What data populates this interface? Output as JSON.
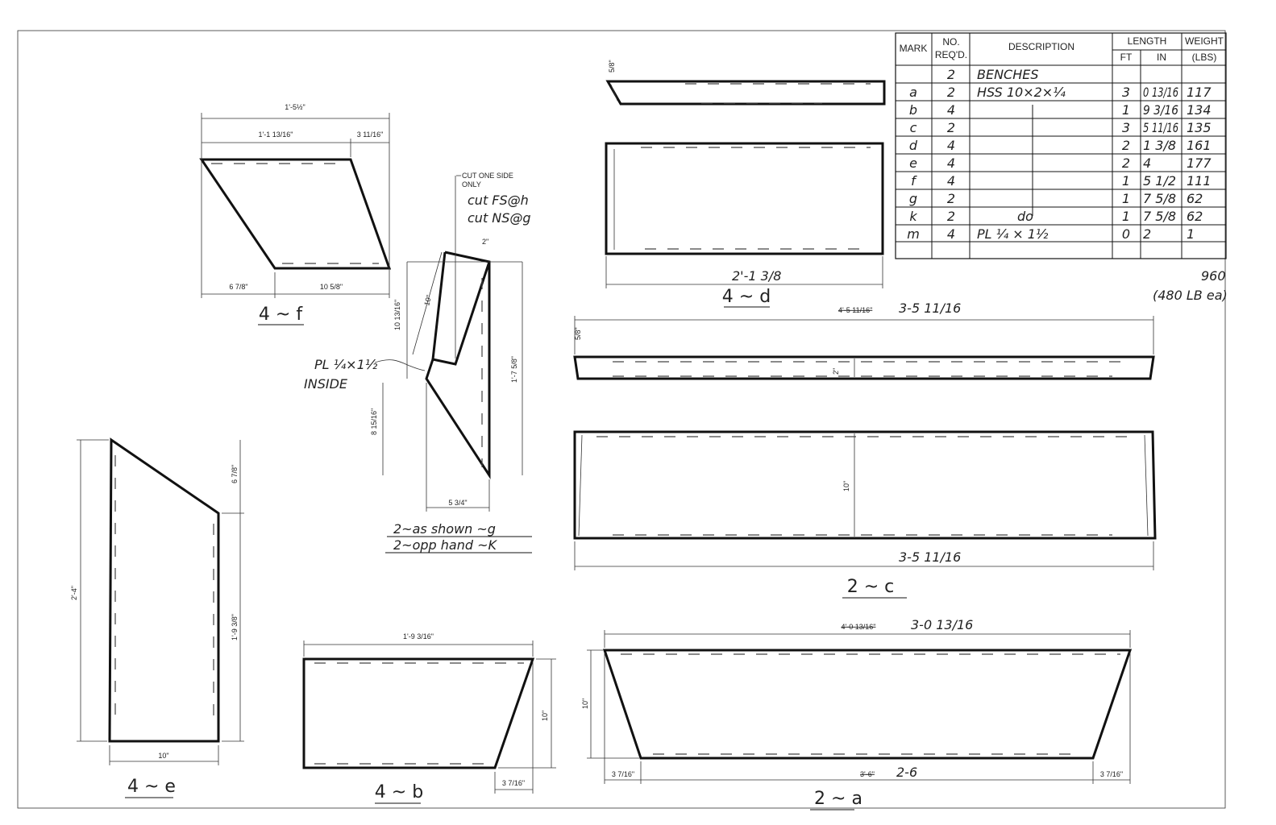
{
  "table": {
    "headers": {
      "mark": "MARK",
      "no": "NO.",
      "reqd": "REQ'D.",
      "description": "DESCRIPTION",
      "length": "LENGTH",
      "ft": "FT",
      "in": "IN",
      "weight": "WEIGHT",
      "lbs": "(LBS)"
    },
    "rows": [
      {
        "mark": "",
        "no": "2",
        "desc": "BENCHES",
        "ft": "",
        "in": "",
        "wt": ""
      },
      {
        "mark": "a",
        "no": "2",
        "desc": "HSS 10×2×¼",
        "ft": "3",
        "in": "0 13/16",
        "wt": "117"
      },
      {
        "mark": "b",
        "no": "4",
        "desc": "",
        "ft": "1",
        "in": "9 3/16",
        "wt": "134"
      },
      {
        "mark": "c",
        "no": "2",
        "desc": "",
        "ft": "3",
        "in": "5 11/16",
        "wt": "135"
      },
      {
        "mark": "d",
        "no": "4",
        "desc": "",
        "ft": "2",
        "in": "1 3/8",
        "wt": "161"
      },
      {
        "mark": "e",
        "no": "4",
        "desc": "",
        "ft": "2",
        "in": "4",
        "wt": "177"
      },
      {
        "mark": "f",
        "no": "4",
        "desc": "",
        "ft": "1",
        "in": "5 1/2",
        "wt": "111"
      },
      {
        "mark": "g",
        "no": "2",
        "desc": "",
        "ft": "1",
        "in": "7 5/8",
        "wt": "62"
      },
      {
        "mark": "k",
        "no": "2",
        "desc": "do",
        "ft": "1",
        "in": "7 5/8",
        "wt": "62"
      },
      {
        "mark": "m",
        "no": "4",
        "desc": "PL ¼ × 1½",
        "ft": "0",
        "in": "2",
        "wt": "1"
      }
    ],
    "total": "960",
    "total_note": "(480 LB ea)"
  },
  "parts": {
    "f": {
      "label": "4 ~ f",
      "overall": "1'-5½\"",
      "top": "1'-1 13/16\"",
      "top_right": "3 11/16\"",
      "bot_left": "6 7/8\"",
      "bot_right": "10 5/8\""
    },
    "g": {
      "note1": "CUT ONE SIDE",
      "note2": "ONLY",
      "note3": "cut FS@h",
      "note4": "cut NS@g",
      "w": "2\"",
      "len": "10\"",
      "h1": "10 13/16\"",
      "h2": "1'-7 5/8\"",
      "h3": "8 15/16\"",
      "bot": "5 3/4\"",
      "plate1": "PL ¼×1½",
      "plate2": "INSIDE",
      "qty1": "2~as shown ~g",
      "qty2": "2~opp hand ~K"
    },
    "d": {
      "label": "4 ~ d",
      "len": "2'-1 3/8",
      "end": "5/8\""
    },
    "c": {
      "label": "2 ~ c",
      "old_len": "4'-5 11/16\"",
      "len": "3-5 11/16",
      "h_top": "2\"",
      "h": "10\"",
      "end": "5/8\""
    },
    "e": {
      "label": "4 ~ e",
      "h": "2'-4\"",
      "top_right": "6 7/8\"",
      "right": "1'-9 3/8\"",
      "bot": "10\""
    },
    "b": {
      "label": "4 ~ b",
      "top": "1'-9 3/16\"",
      "right": "10\"",
      "bot": "3 7/16\""
    },
    "a": {
      "label": "2 ~ a",
      "old_top": "4'-0 13/16\"",
      "top": "3-0 13/16",
      "h": "10\"",
      "bot_left": "3 7/16\"",
      "old_mid": "3'-6\"",
      "mid": "2-6",
      "bot_right": "3 7/16\""
    }
  }
}
